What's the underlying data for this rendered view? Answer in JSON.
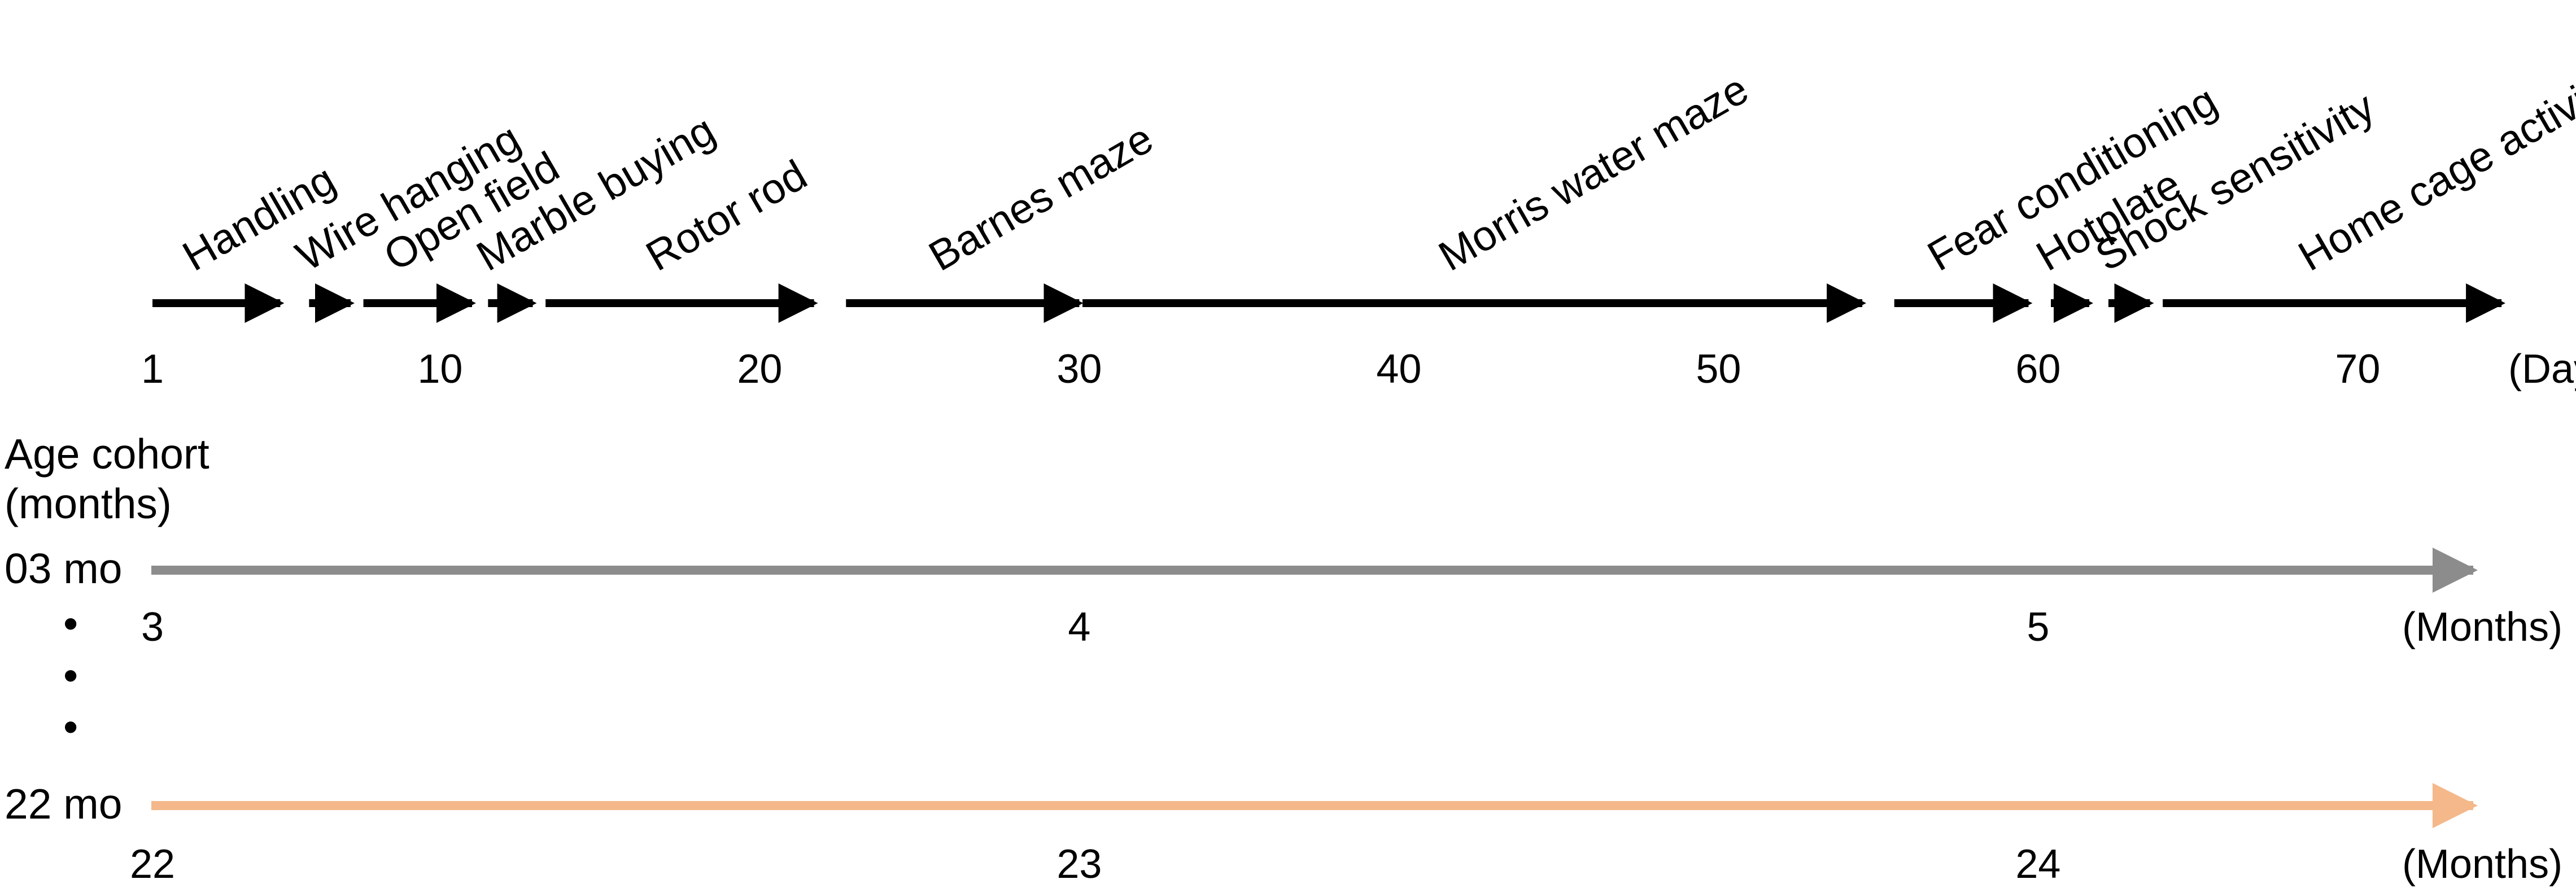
{
  "schedule": {
    "unit": "(Days)",
    "tests": [
      {
        "name": "Handling",
        "start": 1,
        "end": 5
      },
      {
        "name": "Wire hanging",
        "start": 5.9,
        "end": 7.2
      },
      {
        "name": "Open field",
        "start": 7.6,
        "end": 11
      },
      {
        "name": "Marble buying",
        "start": 11.5,
        "end": 12.9
      },
      {
        "name": "Rotor rod",
        "start": 13.3,
        "end": 21.7
      },
      {
        "name": "Barnes maze",
        "start": 22.7,
        "end": 30
      },
      {
        "name": "Morris water maze",
        "start": 30.1,
        "end": 54.5
      },
      {
        "name": "Fear conditioning",
        "start": 55.5,
        "end": 59.7
      },
      {
        "name": "Hotplate",
        "start": 60.4,
        "end": 61.6
      },
      {
        "name": "Shock sensitivity",
        "start": 62.2,
        "end": 63.5
      },
      {
        "name": "Home cage activity",
        "start": 63.9,
        "end": 74.5
      }
    ],
    "ticks": [
      {
        "day": 1,
        "label": "1"
      },
      {
        "day": 10,
        "label": "10"
      },
      {
        "day": 20,
        "label": "20"
      },
      {
        "day": 30,
        "label": "30"
      },
      {
        "day": 40,
        "label": "40"
      },
      {
        "day": 50,
        "label": "50"
      },
      {
        "day": 60,
        "label": "60"
      },
      {
        "day": 70,
        "label": "70"
      }
    ]
  },
  "cohort_header": {
    "line1": "Age cohort",
    "line2": "(months)"
  },
  "cohorts": [
    {
      "label": "03 mo",
      "color": "#8c8c8c",
      "unit": "(Months)",
      "ticks": [
        {
          "day": 1,
          "label": "3"
        },
        {
          "day": 30,
          "label": "4"
        },
        {
          "day": 60,
          "label": "5"
        }
      ]
    },
    {
      "label": "22 mo",
      "color": "#f4b88a",
      "unit": "(Months)",
      "ticks": [
        {
          "day": 1,
          "label": "22"
        },
        {
          "day": 30,
          "label": "23"
        },
        {
          "day": 60,
          "label": "24"
        }
      ]
    }
  ],
  "ellipsis": "•"
}
